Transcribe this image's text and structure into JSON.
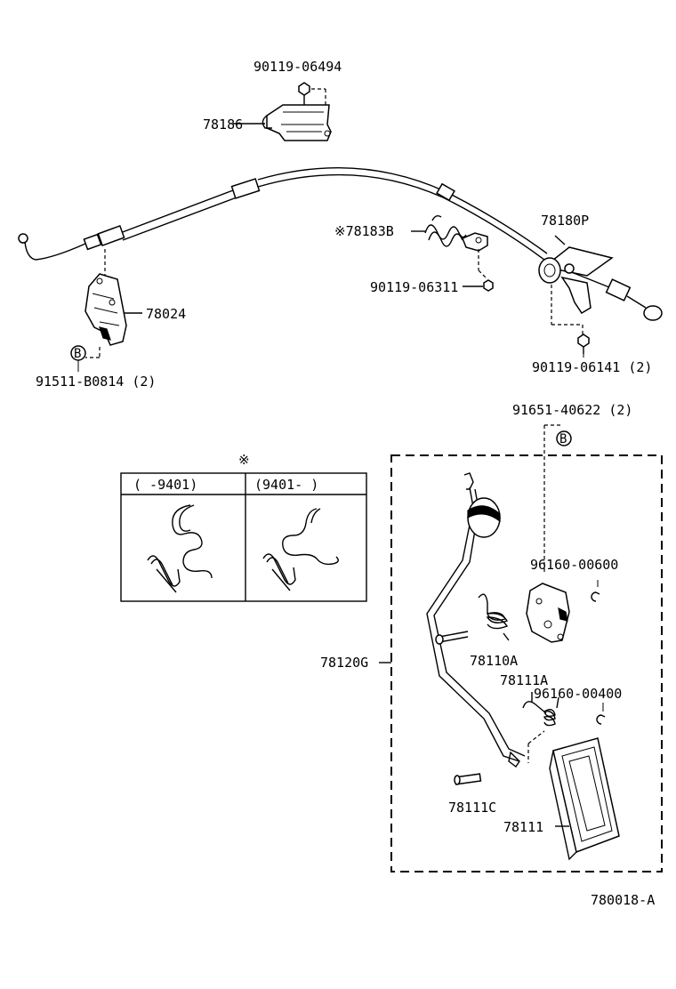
{
  "labels": {
    "bolt_top": "90119-06494",
    "bracket_top": "78186",
    "spring_clip": "※78183B",
    "cable_assy": "78180P",
    "bolt_mid": "90119-06311",
    "bracket_left": "78024",
    "bolt_right": "90119-06141 (2)",
    "nut_b_left": "91511-B0814 (2)",
    "nut_b_right": "91651-40622 (2)",
    "ring_upper": "96160-00600",
    "pedal_assy": "78120G",
    "spring_inner": "78110A",
    "spring_small": "78111A",
    "ring_lower": "96160-00400",
    "pin": "78111C",
    "pad": "78111",
    "diagram_id": "780018-A"
  },
  "inset": {
    "marker": "※",
    "col1_header": "(    -9401)",
    "col2_header": "(9401-    )"
  },
  "circle_marks": {
    "left": "B",
    "right": "B"
  }
}
